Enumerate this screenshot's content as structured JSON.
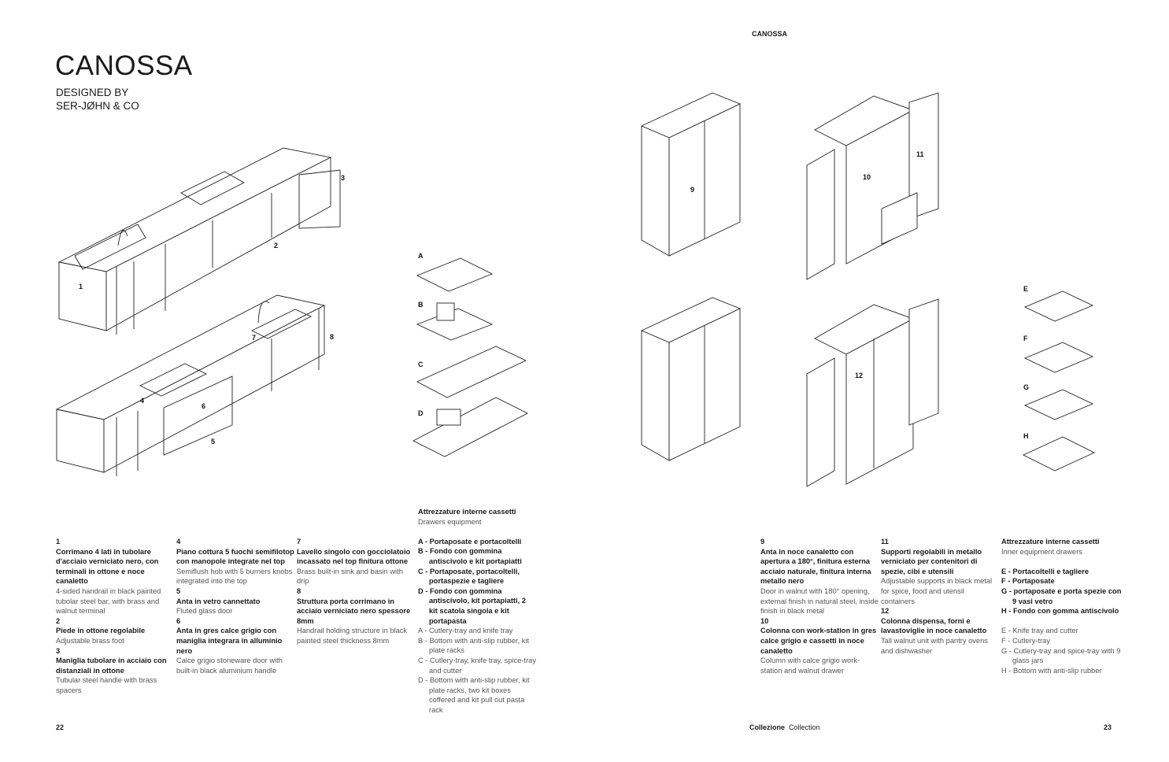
{
  "left_page": {
    "title": "CANOSSA",
    "designed_by": "DESIGNED BY",
    "designer": "SER-JØHN & CO",
    "page_number": "22",
    "drawing_labels": [
      "1",
      "2",
      "3",
      "4",
      "5",
      "6",
      "7",
      "8"
    ],
    "accessory_labels": [
      "A",
      "B",
      "C",
      "D"
    ],
    "items": [
      {
        "num": "1",
        "it": "Corrimano 4 lati in tubolare d'acciaio verniciato nero, con terminali in ottone e noce canaletto",
        "en": "4-sided handrail in black painted tubolar steel bar, with brass and walnut terminal"
      },
      {
        "num": "2",
        "it": "Piede in ottone regolabile",
        "en": "Adjustable brass foot"
      },
      {
        "num": "3",
        "it": "Maniglia tubolare in acciaio con distanziali in ottone",
        "en": "Tubular steel handle with brass spacers"
      },
      {
        "num": "4",
        "it": "Piano cottura 5 fuochi semifilotop con manopole integrate nel top",
        "en": "Semiflush hob with 5 burners knobs integrated into the top"
      },
      {
        "num": "5",
        "it": "Anta in vetro cannettato",
        "en": "Fluted glass door"
      },
      {
        "num": "6",
        "it": "Anta in gres calce grigio con maniglia integrara in alluminio nero",
        "en": "Calce grigio stoneware door with built-in black aluminium handle"
      },
      {
        "num": "7",
        "it": "Lavello singolo con gocciolatoio incassato nel top finitura ottone",
        "en": "Brass built-in sink and basin with drip"
      },
      {
        "num": "8",
        "it": "Struttura porta corrimano in acciaio verniciato nero spessore 8mm",
        "en": "Handrail holding structure in black painted steel thickness 8mm"
      }
    ],
    "drawers": {
      "title_it": "Attrezzature interne cassetti",
      "title_en": "Drawers equipment",
      "it": [
        "A - Portaposate e portacoltelli",
        "B - Fondo con gommina antiscivolo e kit portapiatti",
        "C - Portaposate, portacoltelli, portaspezie e tagliere",
        "D - Fondo con gommina antiscivolo, kit portapiatti, 2 kit scatola singola e kit portapasta"
      ],
      "en": [
        "A - Cutlery-tray and knife tray",
        "B - Bottom with anti-slip rubber, kit plate racks",
        "C - Cutlery-tray, knife tray, spice-tray  and cutter",
        "D - Bottom with anti-slip rubber, kit plate racks, two kit boxes coffered and kit pull out pasta rack"
      ]
    }
  },
  "right_page": {
    "header": "CANOSSA",
    "page_number": "23",
    "footer_it": "Collezione",
    "footer_en": "Collection",
    "drawing_labels": [
      "9",
      "10",
      "11",
      "12"
    ],
    "accessory_labels": [
      "E",
      "F",
      "G",
      "H"
    ],
    "items": [
      {
        "num": "9",
        "it": "Anta in noce canaletto con apertura a 180°, finitura esterna acciaio naturale, finitura interna metallo nero",
        "en": "Door in walnut with 180° opening, external finish in natural steel, inside finish in black metal"
      },
      {
        "num": "10",
        "it": "Colonna con work-station in gres calce grigio e cassetti in noce canaletto",
        "en": "Column with calce grigio work-station and walnut drawer"
      },
      {
        "num": "11",
        "it": "Supporti regolabili in metallo verniciato per contenitori di spezie, cibi e utensili",
        "en": "Adjustable supports in black metal for spice, food and utensil containers"
      },
      {
        "num": "12",
        "it": "Colonna dispensa, forni e lavastoviglie in noce canaletto",
        "en": "Tall walnut unit with pantry ovens and dishwasher"
      }
    ],
    "drawers": {
      "title_it": "Attrezzature interne cassetti",
      "title_en": "Inner equipment drawers",
      "it": [
        "E - Portacoltelli e tagliere",
        "F - Portaposate",
        "G - portaposate e porta spezie con 9 vasi vetro",
        "H - Fondo con gomma antiscivolo"
      ],
      "en": [
        "E - Knife tray  and cutter",
        "F - Cutlery-tray",
        "G - Cutlery-tray  and spice-tray with 9 glass jars",
        "H - Bottom with anti-slip rubber"
      ]
    }
  }
}
